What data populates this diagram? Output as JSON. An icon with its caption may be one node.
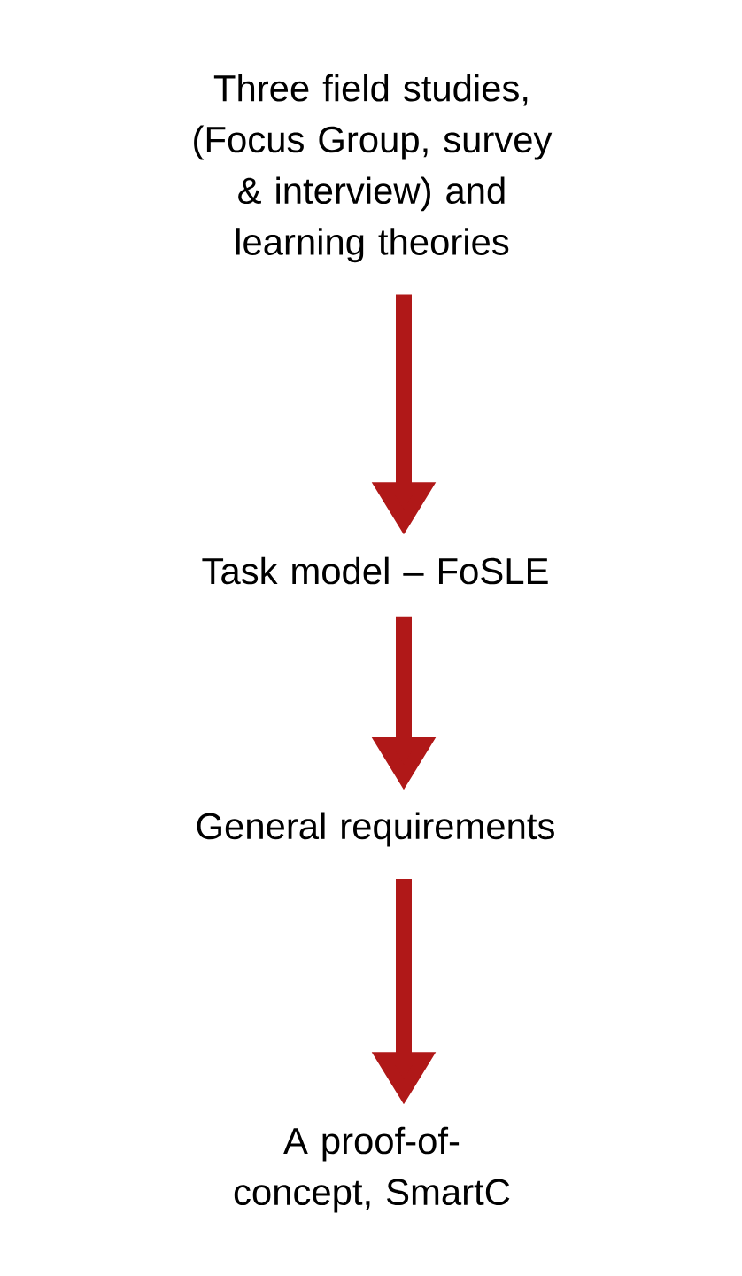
{
  "diagram": {
    "nodes": [
      {
        "text": [
          "Three field studies, (Focus Group, survey & interview) and learning theories"
        ]
      },
      {
        "text": [
          "Task model – FoSLE"
        ]
      },
      {
        "text": [
          "General requirements"
        ]
      },
      {
        "text": [
          "A proof-of-concept, SmartC"
        ]
      }
    ],
    "edges": [
      {
        "from": 0,
        "to": 1,
        "arrow": "to",
        "color": "#b01818"
      },
      {
        "from": 1,
        "to": 2,
        "arrow": "to",
        "color": "#b01818"
      },
      {
        "from": 2,
        "to": 3,
        "arrow": "to",
        "color": "#b01818"
      }
    ]
  }
}
